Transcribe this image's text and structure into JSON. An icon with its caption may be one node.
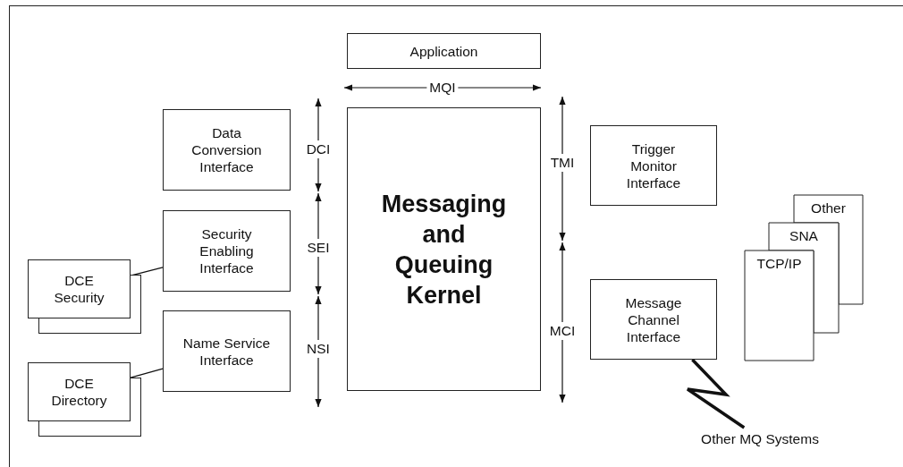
{
  "diagram": {
    "nodes": [
      {
        "text": [
          "Application"
        ]
      },
      {
        "text": [
          "Messaging and Queuing Kernel"
        ]
      },
      {
        "text": [
          "Data Conversion Interface"
        ]
      },
      {
        "text": [
          "Security Enabling Interface"
        ]
      },
      {
        "text": [
          "Name Service Interface"
        ]
      },
      {
        "text": [
          "DCE Security"
        ]
      },
      {
        "text": [
          "DCE Directory"
        ]
      },
      {
        "text": [
          "Trigger Monitor Interface"
        ]
      },
      {
        "text": [
          "Message Channel Interface"
        ]
      },
      {
        "text": [
          "Other"
        ]
      },
      {
        "text": [
          "SNA"
        ]
      },
      {
        "text": [
          "TCP/IP"
        ]
      },
      {
        "text": [
          "Other MQ Systems"
        ]
      }
    ],
    "edges": [
      {
        "from": 5,
        "to": 3,
        "arrow": "none"
      },
      {
        "from": 6,
        "to": 4,
        "arrow": "none"
      },
      {
        "from": 8,
        "to": 12,
        "arrow": "none",
        "style": "thick"
      }
    ],
    "labels": [
      "MQI",
      "DCI",
      "TMI",
      "SEI",
      "MCI",
      "NSI"
    ]
  }
}
